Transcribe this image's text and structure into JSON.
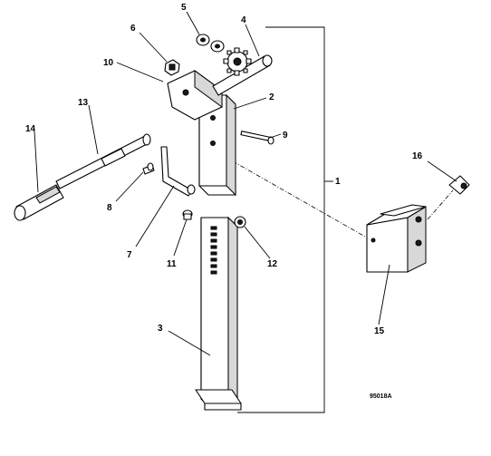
{
  "figure": {
    "reference_code": "95018A",
    "callouts": [
      {
        "id": "c1",
        "text": "1"
      },
      {
        "id": "c2",
        "text": "2"
      },
      {
        "id": "c3",
        "text": "3"
      },
      {
        "id": "c4",
        "text": "4"
      },
      {
        "id": "c5",
        "text": "5"
      },
      {
        "id": "c6",
        "text": "6"
      },
      {
        "id": "c7",
        "text": "7"
      },
      {
        "id": "c8",
        "text": "8"
      },
      {
        "id": "c9",
        "text": "9"
      },
      {
        "id": "c10",
        "text": "10"
      },
      {
        "id": "c11",
        "text": "11"
      },
      {
        "id": "c12",
        "text": "12"
      },
      {
        "id": "c13",
        "text": "13"
      },
      {
        "id": "c14",
        "text": "14"
      },
      {
        "id": "c15",
        "text": "15"
      },
      {
        "id": "c16",
        "text": "16"
      }
    ]
  }
}
